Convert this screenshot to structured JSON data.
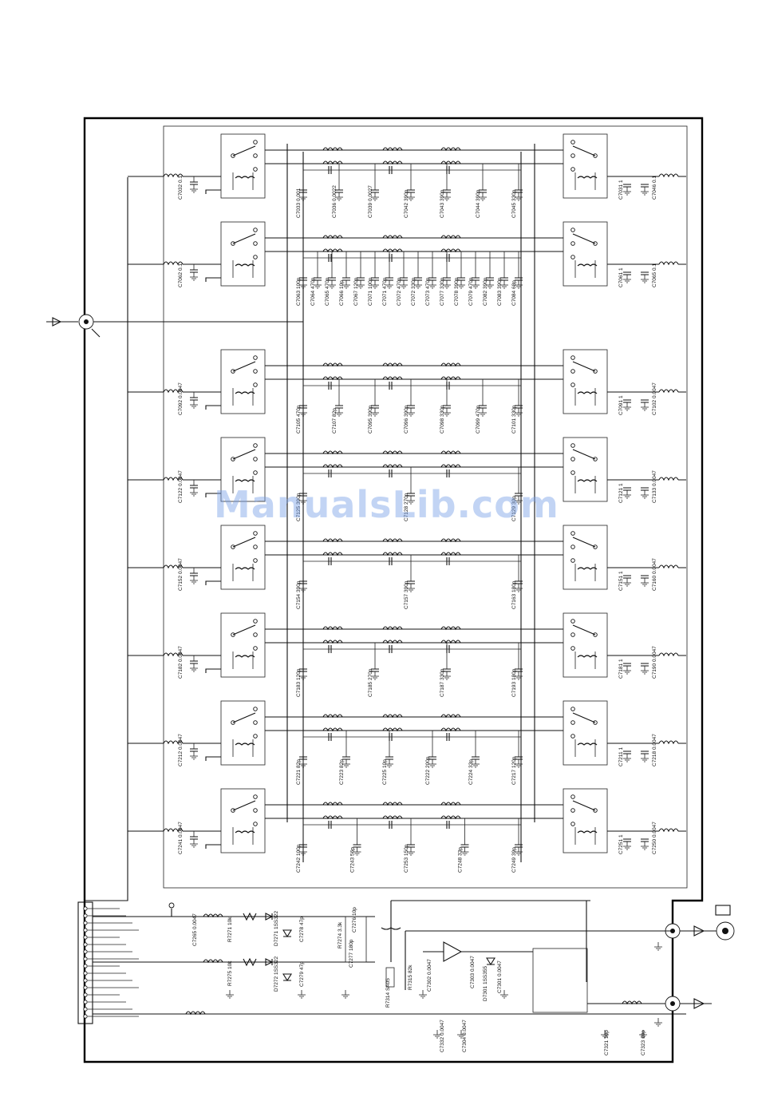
{
  "watermark": "ManualsLib.com",
  "filter_rows": [
    {
      "left_cap": "C7032 0.1",
      "right_cap": "C7031 1",
      "right_cap2": "C7046 0.1",
      "caps": [
        "C7033 0.001",
        "C7036 0.0022",
        "C7039 0.0027",
        "C7042 390p",
        "C7043 390p",
        "C7044 390p",
        "C7045 330p"
      ]
    },
    {
      "left_cap": "C7062 0.1",
      "right_cap": "C7061 1",
      "right_cap2": "C7065 0.1",
      "caps": [
        "C7063 100p",
        "C7064 470p",
        "C7065 470p",
        "C7066 10p",
        "C7067 120p",
        "C7071 100p",
        "C7071 470p",
        "C7072 470p",
        "C7072 330p",
        "C7073 470p",
        "C7077 330p",
        "C7078 390p",
        "C7079 470p",
        "C7082 390p",
        "C7083 390p",
        "C7084 68p"
      ]
    },
    {
      "left_cap": "C7092 0.0047",
      "right_cap": "C7091 1",
      "right_cap2": "C7102 0.0047",
      "caps": [
        "C7105 470p",
        "C7107 82p",
        "C7095 390p",
        "C7096 390p",
        "C7098 330p",
        "C7099 470p",
        "C7101 330p"
      ]
    },
    {
      "left_cap": "C7122 0.0047",
      "right_cap": "C7121 1",
      "right_cap2": "C7133 0.0047",
      "caps": [
        "C7125 390p",
        "C7128 270p",
        "C7129 30p"
      ]
    },
    {
      "left_cap": "C7152 0.0047",
      "right_cap": "C7151 1",
      "right_cap2": "C7160 0.0047",
      "caps": [
        "C7154 390p",
        "C7157 390p",
        "C7163 180p"
      ]
    },
    {
      "left_cap": "C7182 0.0047",
      "right_cap": "C7181 1",
      "right_cap2": "C7190 0.0047",
      "caps": [
        "C7183 120p",
        "C7185 270p",
        "C7187 330p",
        "C7193 180p"
      ]
    },
    {
      "left_cap": "C7212 0.0047",
      "right_cap": "C7211 1",
      "right_cap2": "C7218 0.0047",
      "caps": [
        "C7221 82p",
        "C7223 82p",
        "C7225 10p",
        "C7222 200p",
        "C7224 33p",
        "C7217 120p"
      ]
    },
    {
      "left_cap": "C7241 0.0047",
      "right_cap": "C7251 1",
      "right_cap2": "C7250 0.0047",
      "caps": [
        "C7242 100p",
        "C7243 56p",
        "C7253 150p",
        "C7248 33p",
        "C7249 39p"
      ]
    }
  ],
  "bottom": {
    "labels": [
      "C7265 0.0047",
      "R7271 10k",
      "R7275 10k",
      "D7271 1SS322",
      "D7272 1SS322",
      "C7278 47p",
      "C7279 47p",
      "R7274 3.3k",
      "C7276 10p",
      "C7277 180p",
      "R7314 SA05",
      "R7315 82k",
      "C7302 0.0047",
      "C7303 0.0047",
      "D7301 1SS355",
      "C7301 0.0047",
      "C7332 0.0047",
      "C7304 0.0047",
      "C7321 10p",
      "C7323 10p"
    ]
  }
}
